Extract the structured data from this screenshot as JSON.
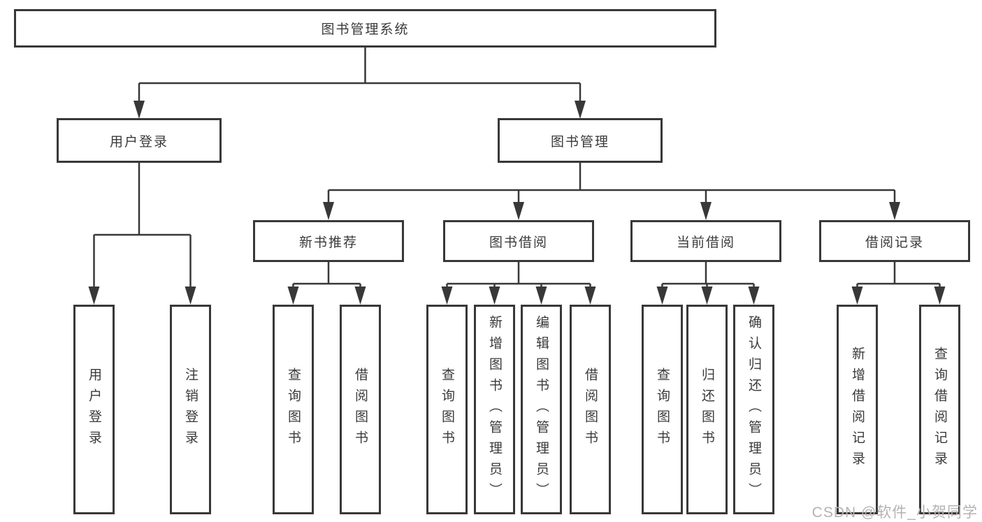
{
  "tree": {
    "root": {
      "label": "图书管理系统",
      "children": [
        {
          "label": "用户登录",
          "children": [
            {
              "label": "用户登录"
            },
            {
              "label": "注销登录"
            }
          ]
        },
        {
          "label": "图书管理",
          "children": [
            {
              "label": "新书推荐",
              "children": [
                {
                  "label": "查询图书"
                },
                {
                  "label": "借阅图书"
                }
              ]
            },
            {
              "label": "图书借阅",
              "children": [
                {
                  "label": "查询图书"
                },
                {
                  "label": "新增图书（管理员）"
                },
                {
                  "label": "编辑图书（管理员）"
                },
                {
                  "label": "借阅图书"
                }
              ]
            },
            {
              "label": "当前借阅",
              "children": [
                {
                  "label": "查询图书"
                },
                {
                  "label": "归还图书"
                },
                {
                  "label": "确认归还（管理员）"
                }
              ]
            },
            {
              "label": "借阅记录",
              "children": [
                {
                  "label": "新增借阅记录"
                },
                {
                  "label": "查询借阅记录"
                }
              ]
            }
          ]
        }
      ]
    }
  },
  "watermark": {
    "text": "CSDN @软件_小贺同学"
  },
  "colors": {
    "line": "#383838",
    "box_border": "#383838",
    "text": "#3a3a3a",
    "background": "#ffffff",
    "watermark": "#b3b3b3"
  }
}
